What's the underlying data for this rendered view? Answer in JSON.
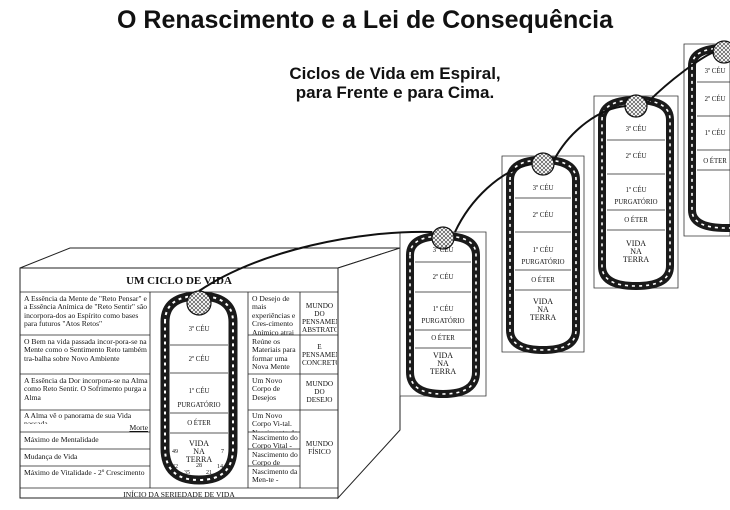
{
  "title": "O Renascimento e a Lei de Consequência",
  "subtitle": [
    "Ciclos de Vida em Espiral,",
    "para Frente e para Cima."
  ],
  "cycle_table": {
    "heading": "UM CICLO DE VIDA",
    "left_rows": [
      "A Essência da Mente de \"Reto Pensar\" e a Essência Anímica de \"Reto Sentir\" são incorpora-dos ao Espírito como bases para futuros \"Atos Retos\"",
      "O Bem na vida passada incor-pora-se na Mente como o Sentimento Reto também tra-balha sobre Novo Ambiente",
      "A Essência da Dor incorpora-se na Alma como Reto Sentir. O Sofrimento purga a Alma",
      "A Alma vê o panorama de sua Vida passada",
      "Máximo de Mentalidade",
      "Mudança de Vida",
      "Máximo de Vitalidade - 2º Crescimento"
    ],
    "morte_label": "Morte",
    "middle_rows": [
      "O Desejo de mais experiências e Cres-cimento Anímico atrai o Ego ao Renascimento",
      "Reúne os Materiais para formar uma Nova Mente",
      "Um Novo Corpo de Desejos",
      "Um Novo Corpo Vi-tal. Nascimento do Corpo Denso",
      "Nascimento do Corpo Vital - Crescimento",
      "Nascimento do Corpo de Desejos - Puberdade",
      "Nascimento da Men-te - Maioridade"
    ],
    "right_rows": [
      "MUNDO DO PENSAMENTO ABSTRATO",
      "E PENSAMENTO CONCRETO",
      "MUNDO DO DESEJO",
      "MUNDO FÍSICO"
    ],
    "footer": "INÍCIO DA SERIEDADE DE VIDA"
  },
  "cycle_labels": {
    "ceu3": "3º CÉU",
    "ceu2": "2º CÉU",
    "ceu1": "1º CÉU",
    "purgatorio": "PURGATÓRIO",
    "eter": "O ÉTER",
    "vida": [
      "VIDA",
      "NA",
      "TERRA"
    ],
    "ages": [
      "49",
      "7",
      "42",
      "14",
      "35",
      "28",
      "21"
    ]
  },
  "colors": {
    "ink": "#111111",
    "background": "#ffffff",
    "loop": "#1a1a1a"
  }
}
